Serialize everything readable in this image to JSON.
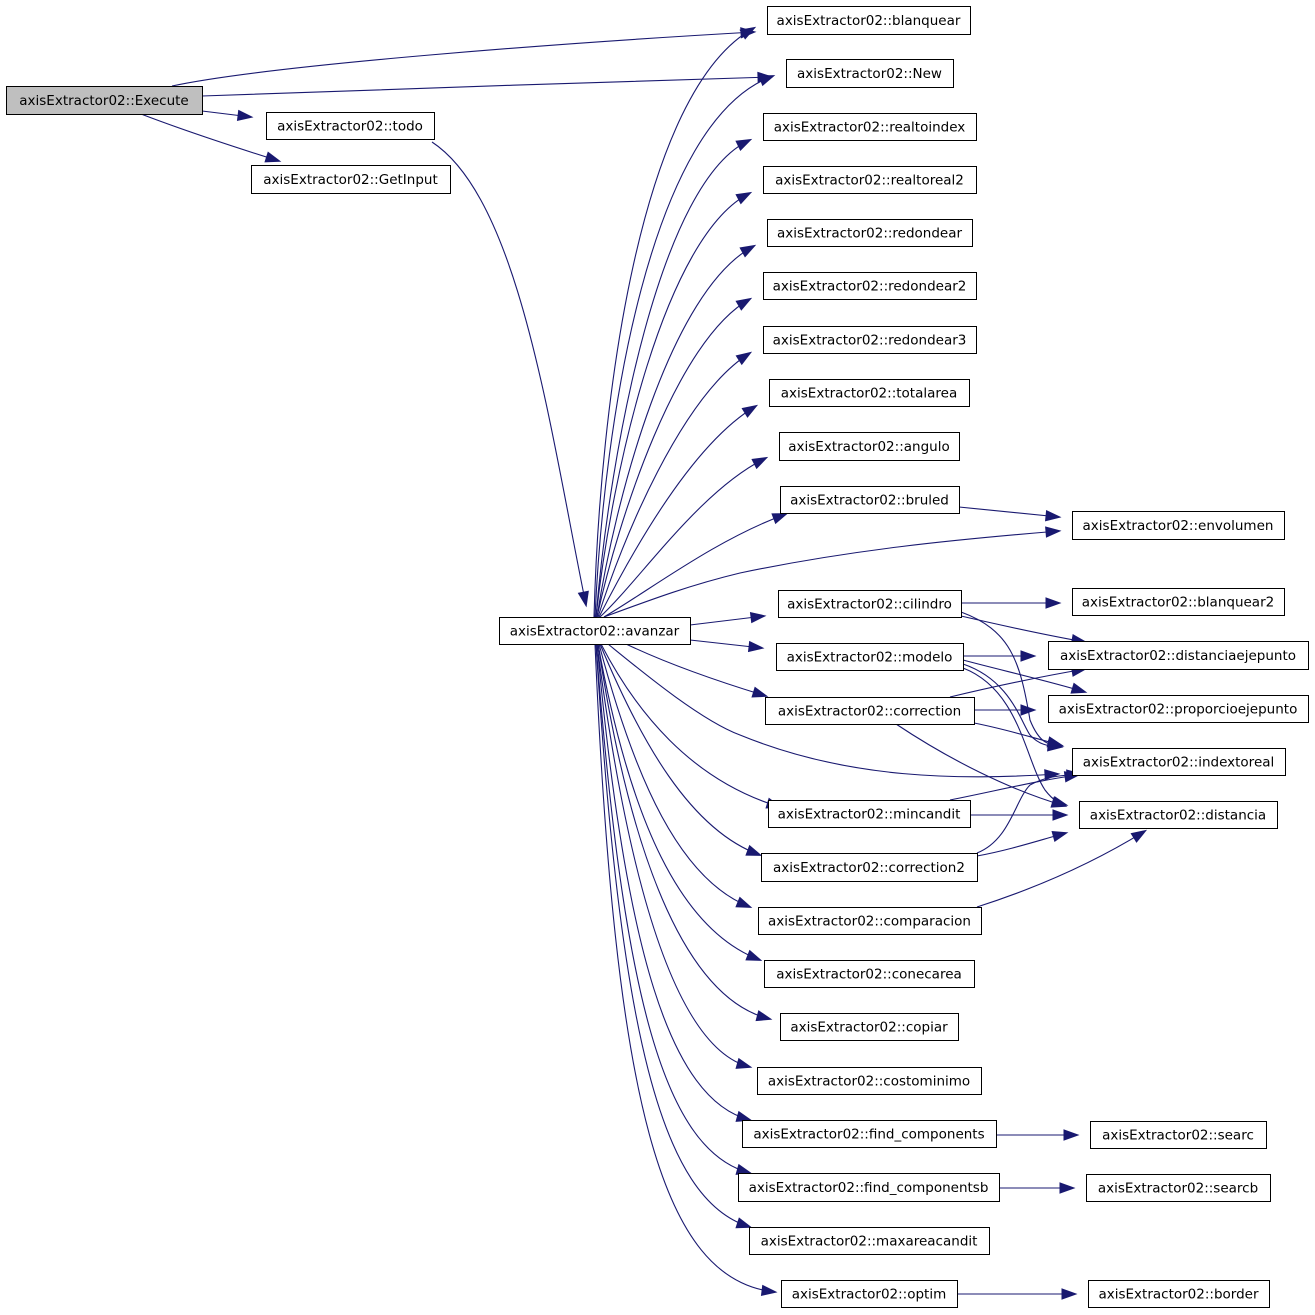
{
  "diagram": {
    "type": "call-graph",
    "nodes": [
      {
        "id": "execute",
        "label": "axisExtractor02::Execute",
        "root": true
      },
      {
        "id": "todo",
        "label": "axisExtractor02::todo"
      },
      {
        "id": "getinput",
        "label": "axisExtractor02::GetInput"
      },
      {
        "id": "avanzar",
        "label": "axisExtractor02::avanzar"
      },
      {
        "id": "blanquear",
        "label": "axisExtractor02::blanquear"
      },
      {
        "id": "new",
        "label": "axisExtractor02::New"
      },
      {
        "id": "realtoindex",
        "label": "axisExtractor02::realtoindex"
      },
      {
        "id": "realtoreal2",
        "label": "axisExtractor02::realtoreal2"
      },
      {
        "id": "redondear",
        "label": "axisExtractor02::redondear"
      },
      {
        "id": "redondear2",
        "label": "axisExtractor02::redondear2"
      },
      {
        "id": "redondear3",
        "label": "axisExtractor02::redondear3"
      },
      {
        "id": "totalarea",
        "label": "axisExtractor02::totalarea"
      },
      {
        "id": "angulo",
        "label": "axisExtractor02::angulo"
      },
      {
        "id": "bruled",
        "label": "axisExtractor02::bruled"
      },
      {
        "id": "cilindro",
        "label": "axisExtractor02::cilindro"
      },
      {
        "id": "modelo",
        "label": "axisExtractor02::modelo"
      },
      {
        "id": "correction",
        "label": "axisExtractor02::correction"
      },
      {
        "id": "mincandit",
        "label": "axisExtractor02::mincandit"
      },
      {
        "id": "correction2",
        "label": "axisExtractor02::correction2"
      },
      {
        "id": "comparacion",
        "label": "axisExtractor02::comparacion"
      },
      {
        "id": "conecarea",
        "label": "axisExtractor02::conecarea"
      },
      {
        "id": "copiar",
        "label": "axisExtractor02::copiar"
      },
      {
        "id": "costominimo",
        "label": "axisExtractor02::costominimo"
      },
      {
        "id": "find_components",
        "label": "axisExtractor02::find_components"
      },
      {
        "id": "find_componentsb",
        "label": "axisExtractor02::find_componentsb"
      },
      {
        "id": "maxareacandit",
        "label": "axisExtractor02::maxareacandit"
      },
      {
        "id": "optim",
        "label": "axisExtractor02::optim"
      },
      {
        "id": "envolumen",
        "label": "axisExtractor02::envolumen"
      },
      {
        "id": "blanquear2",
        "label": "axisExtractor02::blanquear2"
      },
      {
        "id": "distanciaejepunto",
        "label": "axisExtractor02::distanciaejepunto"
      },
      {
        "id": "proporcioejepunto",
        "label": "axisExtractor02::proporcioejepunto"
      },
      {
        "id": "indextoreal",
        "label": "axisExtractor02::indextoreal"
      },
      {
        "id": "distancia",
        "label": "axisExtractor02::distancia"
      },
      {
        "id": "searc",
        "label": "axisExtractor02::searc"
      },
      {
        "id": "searcb",
        "label": "axisExtractor02::searcb"
      },
      {
        "id": "border",
        "label": "axisExtractor02::border"
      }
    ],
    "edges": [
      [
        "execute",
        "blanquear"
      ],
      [
        "execute",
        "new"
      ],
      [
        "execute",
        "todo"
      ],
      [
        "execute",
        "getinput"
      ],
      [
        "todo",
        "avanzar"
      ],
      [
        "avanzar",
        "blanquear"
      ],
      [
        "avanzar",
        "new"
      ],
      [
        "avanzar",
        "realtoindex"
      ],
      [
        "avanzar",
        "realtoreal2"
      ],
      [
        "avanzar",
        "redondear"
      ],
      [
        "avanzar",
        "redondear2"
      ],
      [
        "avanzar",
        "redondear3"
      ],
      [
        "avanzar",
        "totalarea"
      ],
      [
        "avanzar",
        "angulo"
      ],
      [
        "avanzar",
        "bruled"
      ],
      [
        "avanzar",
        "envolumen"
      ],
      [
        "avanzar",
        "cilindro"
      ],
      [
        "avanzar",
        "modelo"
      ],
      [
        "avanzar",
        "correction"
      ],
      [
        "avanzar",
        "indextoreal"
      ],
      [
        "avanzar",
        "mincandit"
      ],
      [
        "avanzar",
        "correction2"
      ],
      [
        "avanzar",
        "comparacion"
      ],
      [
        "avanzar",
        "conecarea"
      ],
      [
        "avanzar",
        "copiar"
      ],
      [
        "avanzar",
        "costominimo"
      ],
      [
        "avanzar",
        "find_components"
      ],
      [
        "avanzar",
        "find_componentsb"
      ],
      [
        "avanzar",
        "maxareacandit"
      ],
      [
        "avanzar",
        "optim"
      ],
      [
        "bruled",
        "envolumen"
      ],
      [
        "cilindro",
        "blanquear2"
      ],
      [
        "cilindro",
        "distanciaejepunto"
      ],
      [
        "cilindro",
        "indextoreal"
      ],
      [
        "modelo",
        "distanciaejepunto"
      ],
      [
        "modelo",
        "proporcioejepunto"
      ],
      [
        "modelo",
        "indextoreal"
      ],
      [
        "modelo",
        "distancia"
      ],
      [
        "correction",
        "distanciaejepunto"
      ],
      [
        "correction",
        "proporcioejepunto"
      ],
      [
        "correction",
        "indextoreal"
      ],
      [
        "correction",
        "distancia"
      ],
      [
        "mincandit",
        "indextoreal"
      ],
      [
        "mincandit",
        "distancia"
      ],
      [
        "correction2",
        "indextoreal"
      ],
      [
        "correction2",
        "distancia"
      ],
      [
        "comparacion",
        "distancia"
      ],
      [
        "find_components",
        "searc"
      ],
      [
        "find_componentsb",
        "searcb"
      ],
      [
        "optim",
        "border"
      ]
    ],
    "colors": {
      "edge": "#191970",
      "root_fill": "#bfbfbf",
      "node_fill": "#ffffff",
      "border": "#000000"
    }
  }
}
